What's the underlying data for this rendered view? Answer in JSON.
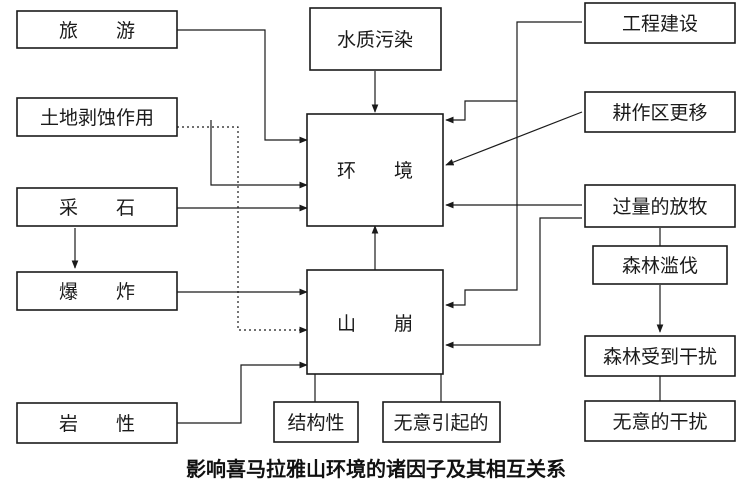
{
  "nodes": {
    "lvyou": "旅　　游",
    "tudi": "土地剥蚀作用",
    "caishi": "采　　石",
    "baozha": "爆　　炸",
    "yanxing": "岩　　性",
    "shuizhi": "水质污染",
    "huanjing": "环　　境",
    "shanbeng": "山　　崩",
    "jiegou": "结构性",
    "wuyi": "无意引起的",
    "gongcheng": "工程建设",
    "gengzuo": "耕作区更移",
    "guoliang": "过量的放牧",
    "senlin_lanfa": "森林滥伐",
    "senlin_shou": "森林受到干扰",
    "wuyi_ganrao": "无意的干扰"
  },
  "caption": "影响喜马拉雅山环境的诸因子及其相互关系"
}
